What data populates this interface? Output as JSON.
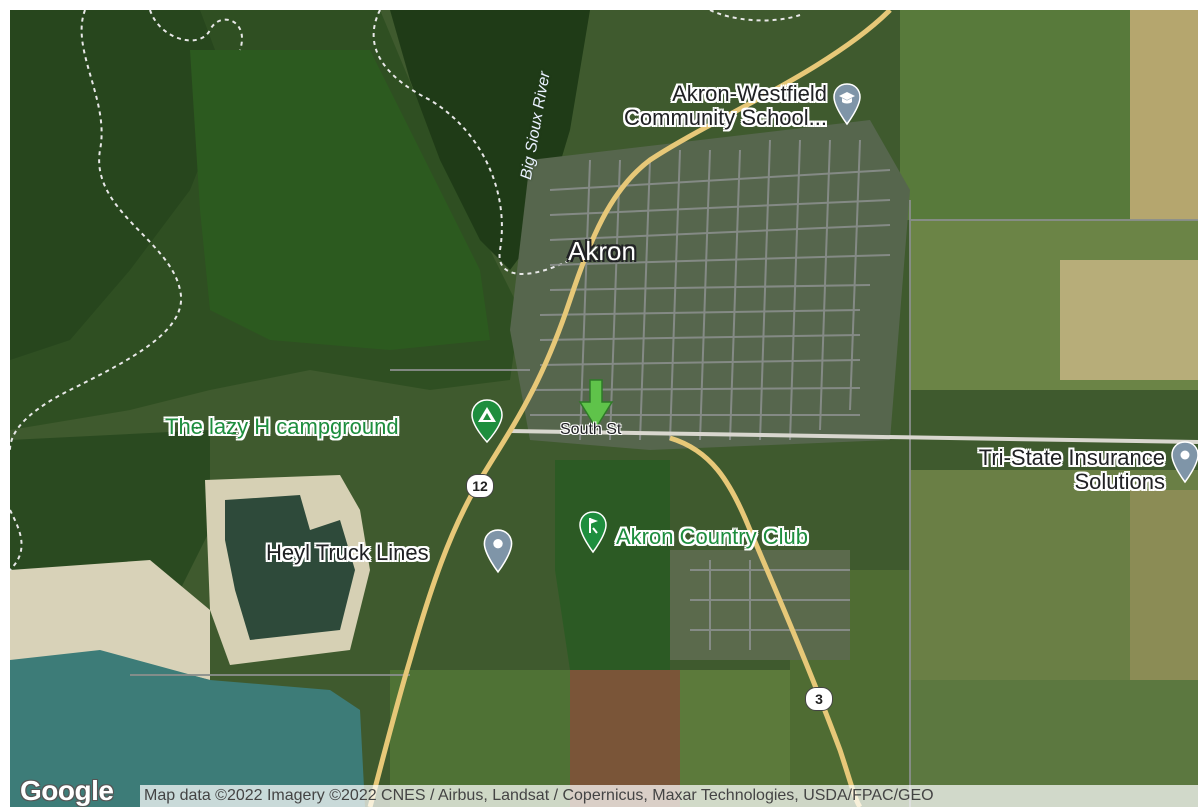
{
  "map": {
    "type": "satellite",
    "colors": {
      "field": "#3f5a2e",
      "forest": "#23401c",
      "road": "#e7c878",
      "street": "#8a8f8c",
      "water": "#3d7c78",
      "sand": "#d8d2b8",
      "pin_gray": "#7f95a8",
      "pin_green": "#1e8e3e",
      "marker_green": "#5fc34a"
    },
    "places": {
      "school": {
        "name": "Akron-Westfield Community School...",
        "line1": "Akron-Westfield",
        "line2": "Community School...",
        "icon": "school-icon"
      },
      "campground": {
        "name": "The lazy H campground",
        "icon": "campground-icon"
      },
      "insurance": {
        "line1": "Tri-State Insurance",
        "line2": "Solutions",
        "icon": "location-pin-icon"
      },
      "truck": {
        "name": "Heyl Truck Lines",
        "icon": "location-pin-icon"
      },
      "country_club": {
        "name": "Akron Country Club",
        "icon": "golf-icon"
      }
    },
    "city": "Akron",
    "street": "South St",
    "river": "Big Sioux River",
    "route_shields": [
      "12",
      "3"
    ]
  },
  "footer": {
    "logo": "Google",
    "attribution": "Map data ©2022 Imagery ©2022 CNES / Airbus, Landsat / Copernicus, Maxar Technologies, USDA/FPAC/GEO"
  }
}
